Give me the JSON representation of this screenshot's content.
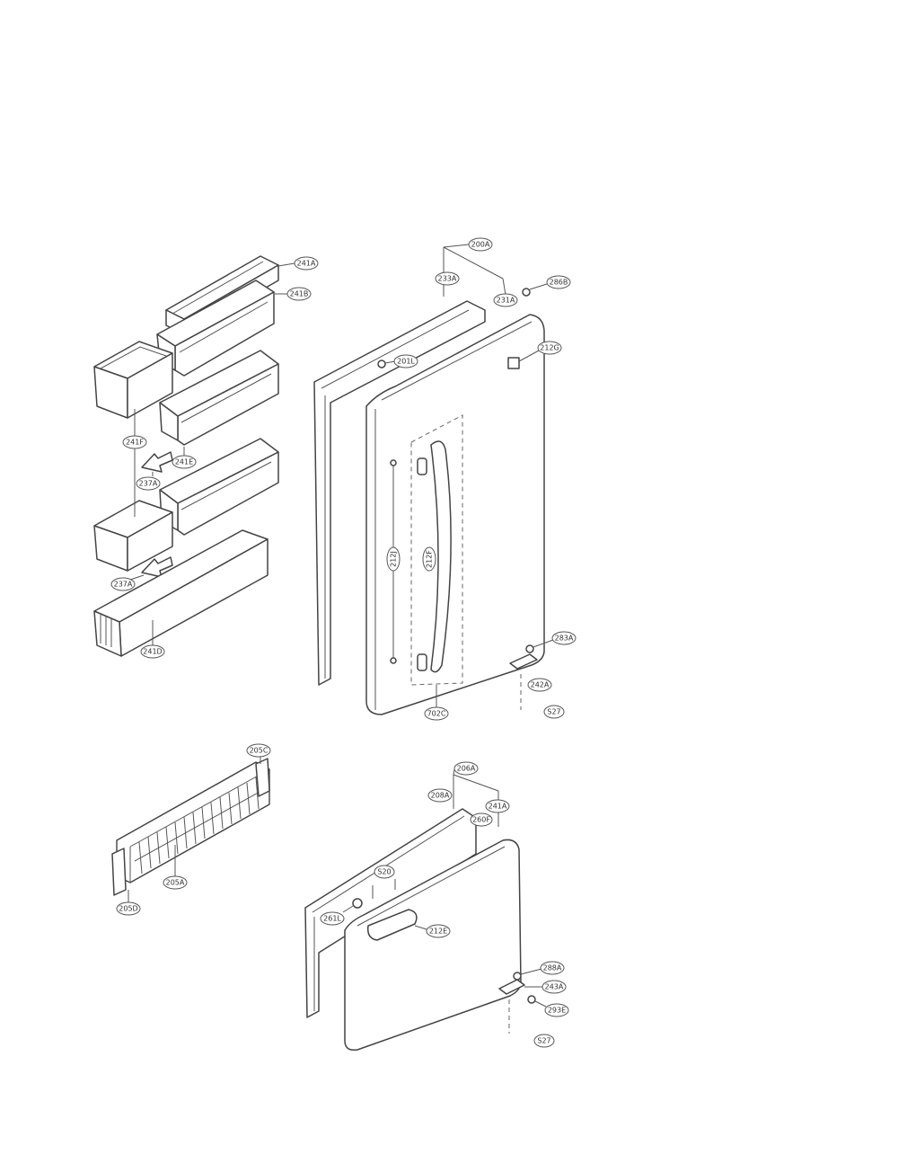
{
  "callouts": [
    {
      "id": "c-241a",
      "text": "241A"
    },
    {
      "id": "c-241b",
      "text": "241B"
    },
    {
      "id": "c-241f",
      "text": "241F"
    },
    {
      "id": "c-241e",
      "text": "241E"
    },
    {
      "id": "c-237a-1",
      "text": "237A"
    },
    {
      "id": "c-237a-2",
      "text": "237A"
    },
    {
      "id": "c-241d",
      "text": "241D"
    },
    {
      "id": "c-200a",
      "text": "200A"
    },
    {
      "id": "c-233a",
      "text": "233A"
    },
    {
      "id": "c-231a",
      "text": "231A"
    },
    {
      "id": "c-286b",
      "text": "286B"
    },
    {
      "id": "c-212g",
      "text": "212G"
    },
    {
      "id": "c-201l",
      "text": "201L"
    },
    {
      "id": "c-212j",
      "text": "212J"
    },
    {
      "id": "c-212f",
      "text": "212F"
    },
    {
      "id": "c-283a",
      "text": "283A"
    },
    {
      "id": "c-242a",
      "text": "242A"
    },
    {
      "id": "c-702c",
      "text": "702C"
    },
    {
      "id": "c-s27-1",
      "text": "S27"
    },
    {
      "id": "c-205c",
      "text": "205C"
    },
    {
      "id": "c-205a",
      "text": "205A"
    },
    {
      "id": "c-205d",
      "text": "205D"
    },
    {
      "id": "c-206a",
      "text": "206A"
    },
    {
      "id": "c-208a",
      "text": "208A"
    },
    {
      "id": "c-241a-2",
      "text": "241A"
    },
    {
      "id": "c-260f",
      "text": "260F"
    },
    {
      "id": "c-s20",
      "text": "S20"
    },
    {
      "id": "c-261l",
      "text": "261L"
    },
    {
      "id": "c-212e",
      "text": "212E"
    },
    {
      "id": "c-288a",
      "text": "288A"
    },
    {
      "id": "c-243a",
      "text": "243A"
    },
    {
      "id": "c-293e",
      "text": "293E"
    },
    {
      "id": "c-s27-2",
      "text": "S27"
    }
  ]
}
